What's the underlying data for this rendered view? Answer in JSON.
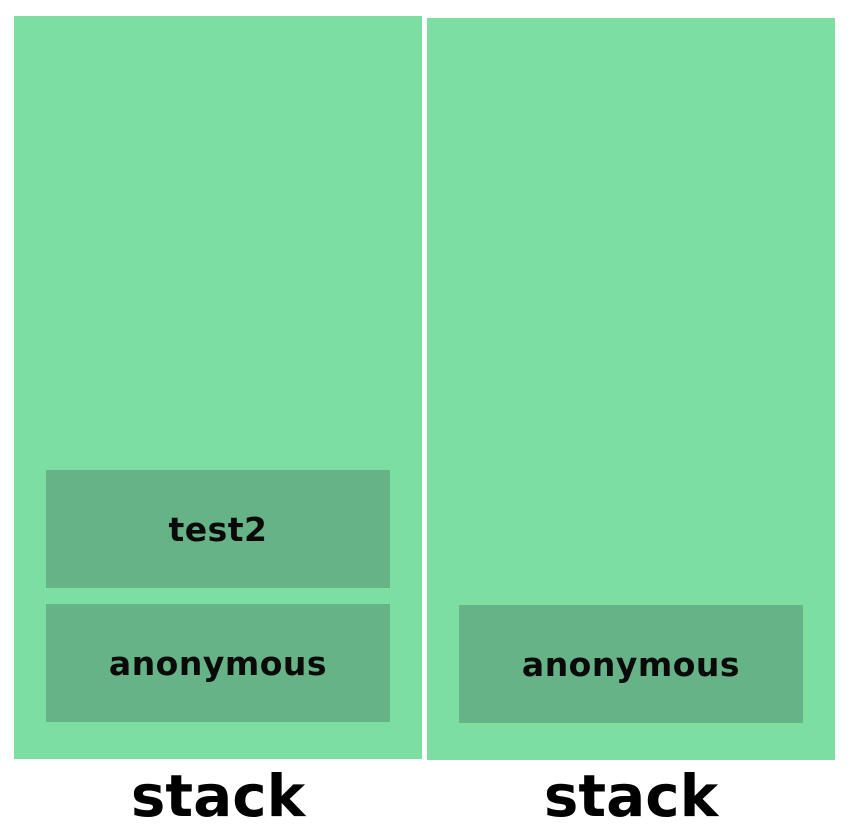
{
  "colors": {
    "stack_fill": "#7ddea2",
    "frame_fill": "#65b386",
    "text": "#000000",
    "background": "#ffffff"
  },
  "stacks": [
    {
      "label": "stack",
      "frames": [
        "test2",
        "anonymous"
      ]
    },
    {
      "label": "stack",
      "frames": [
        "anonymous"
      ]
    }
  ]
}
